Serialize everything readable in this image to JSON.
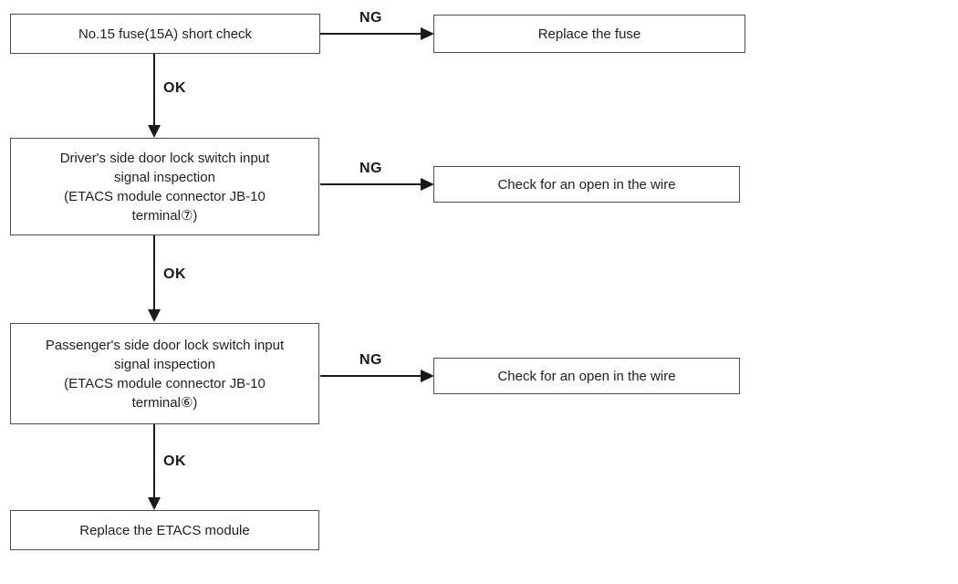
{
  "flowchart": {
    "nodes": {
      "step1": {
        "label": "No.15 fuse(15A) short check"
      },
      "result1": {
        "label": "Replace the fuse"
      },
      "step2": {
        "label": "Driver's side door lock switch input\nsignal inspection\n(ETACS module connector JB-10\nterminal⑦)"
      },
      "result2": {
        "label": "Check for an open in the wire"
      },
      "step3": {
        "label": "Passenger's side door lock switch input\nsignal inspection\n(ETACS module connector JB-10\nterminal⑥)"
      },
      "result3": {
        "label": "Check for an open in the wire"
      },
      "step4": {
        "label": "Replace the ETACS module"
      }
    },
    "edges": {
      "ng1": {
        "label": "NG"
      },
      "ok1": {
        "label": "OK"
      },
      "ng2": {
        "label": "NG"
      },
      "ok2": {
        "label": "OK"
      },
      "ng3": {
        "label": "NG"
      },
      "ok3": {
        "label": "OK"
      }
    },
    "colors": {
      "box_border": "#4d4d4d",
      "box_fill": "#ffffff",
      "text": "#1f1f1f",
      "arrow": "#1a1a1a",
      "background": "#ffffff"
    }
  }
}
